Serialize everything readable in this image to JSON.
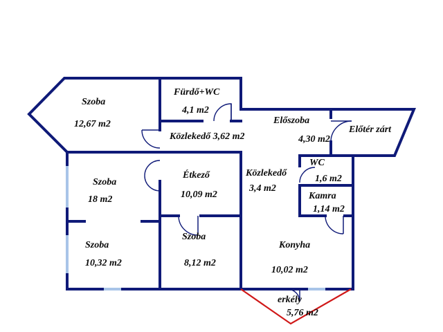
{
  "rooms": {
    "szoba_1": {
      "name": "Szoba",
      "area": "12,67 m2"
    },
    "furdo_wc": {
      "name": "Fürdő+WC",
      "area": "4,1 m2"
    },
    "kozlekedo_1": {
      "name": "Közlekedő 3,62 m2"
    },
    "eloszoba": {
      "name": "Előszoba",
      "area": "4,30 m2"
    },
    "eloter": {
      "name": "Előtér zárt"
    },
    "szoba_2": {
      "name": "Szoba",
      "area": "18 m2"
    },
    "etkezo": {
      "name": "Étkező",
      "area": "10,09 m2"
    },
    "kozlekedo_2": {
      "name": "Közlekedő",
      "area": "3,4 m2"
    },
    "wc": {
      "name": "WC",
      "area": "1,6 m2"
    },
    "kamra": {
      "name": "Kamra",
      "area": "1,14 m2"
    },
    "szoba_3": {
      "name": "Szoba",
      "area": "10,32 m2"
    },
    "szoba_4": {
      "name": "Szoba",
      "area": "8,12 m2"
    },
    "konyha": {
      "name": "Konyha",
      "area": "10,02 m2"
    },
    "erkely": {
      "name": "erkély",
      "area": "5,76 m2"
    }
  },
  "colors": {
    "wall": "#0f1a78",
    "window": "#a8c4e8",
    "balcony": "#d01818"
  }
}
